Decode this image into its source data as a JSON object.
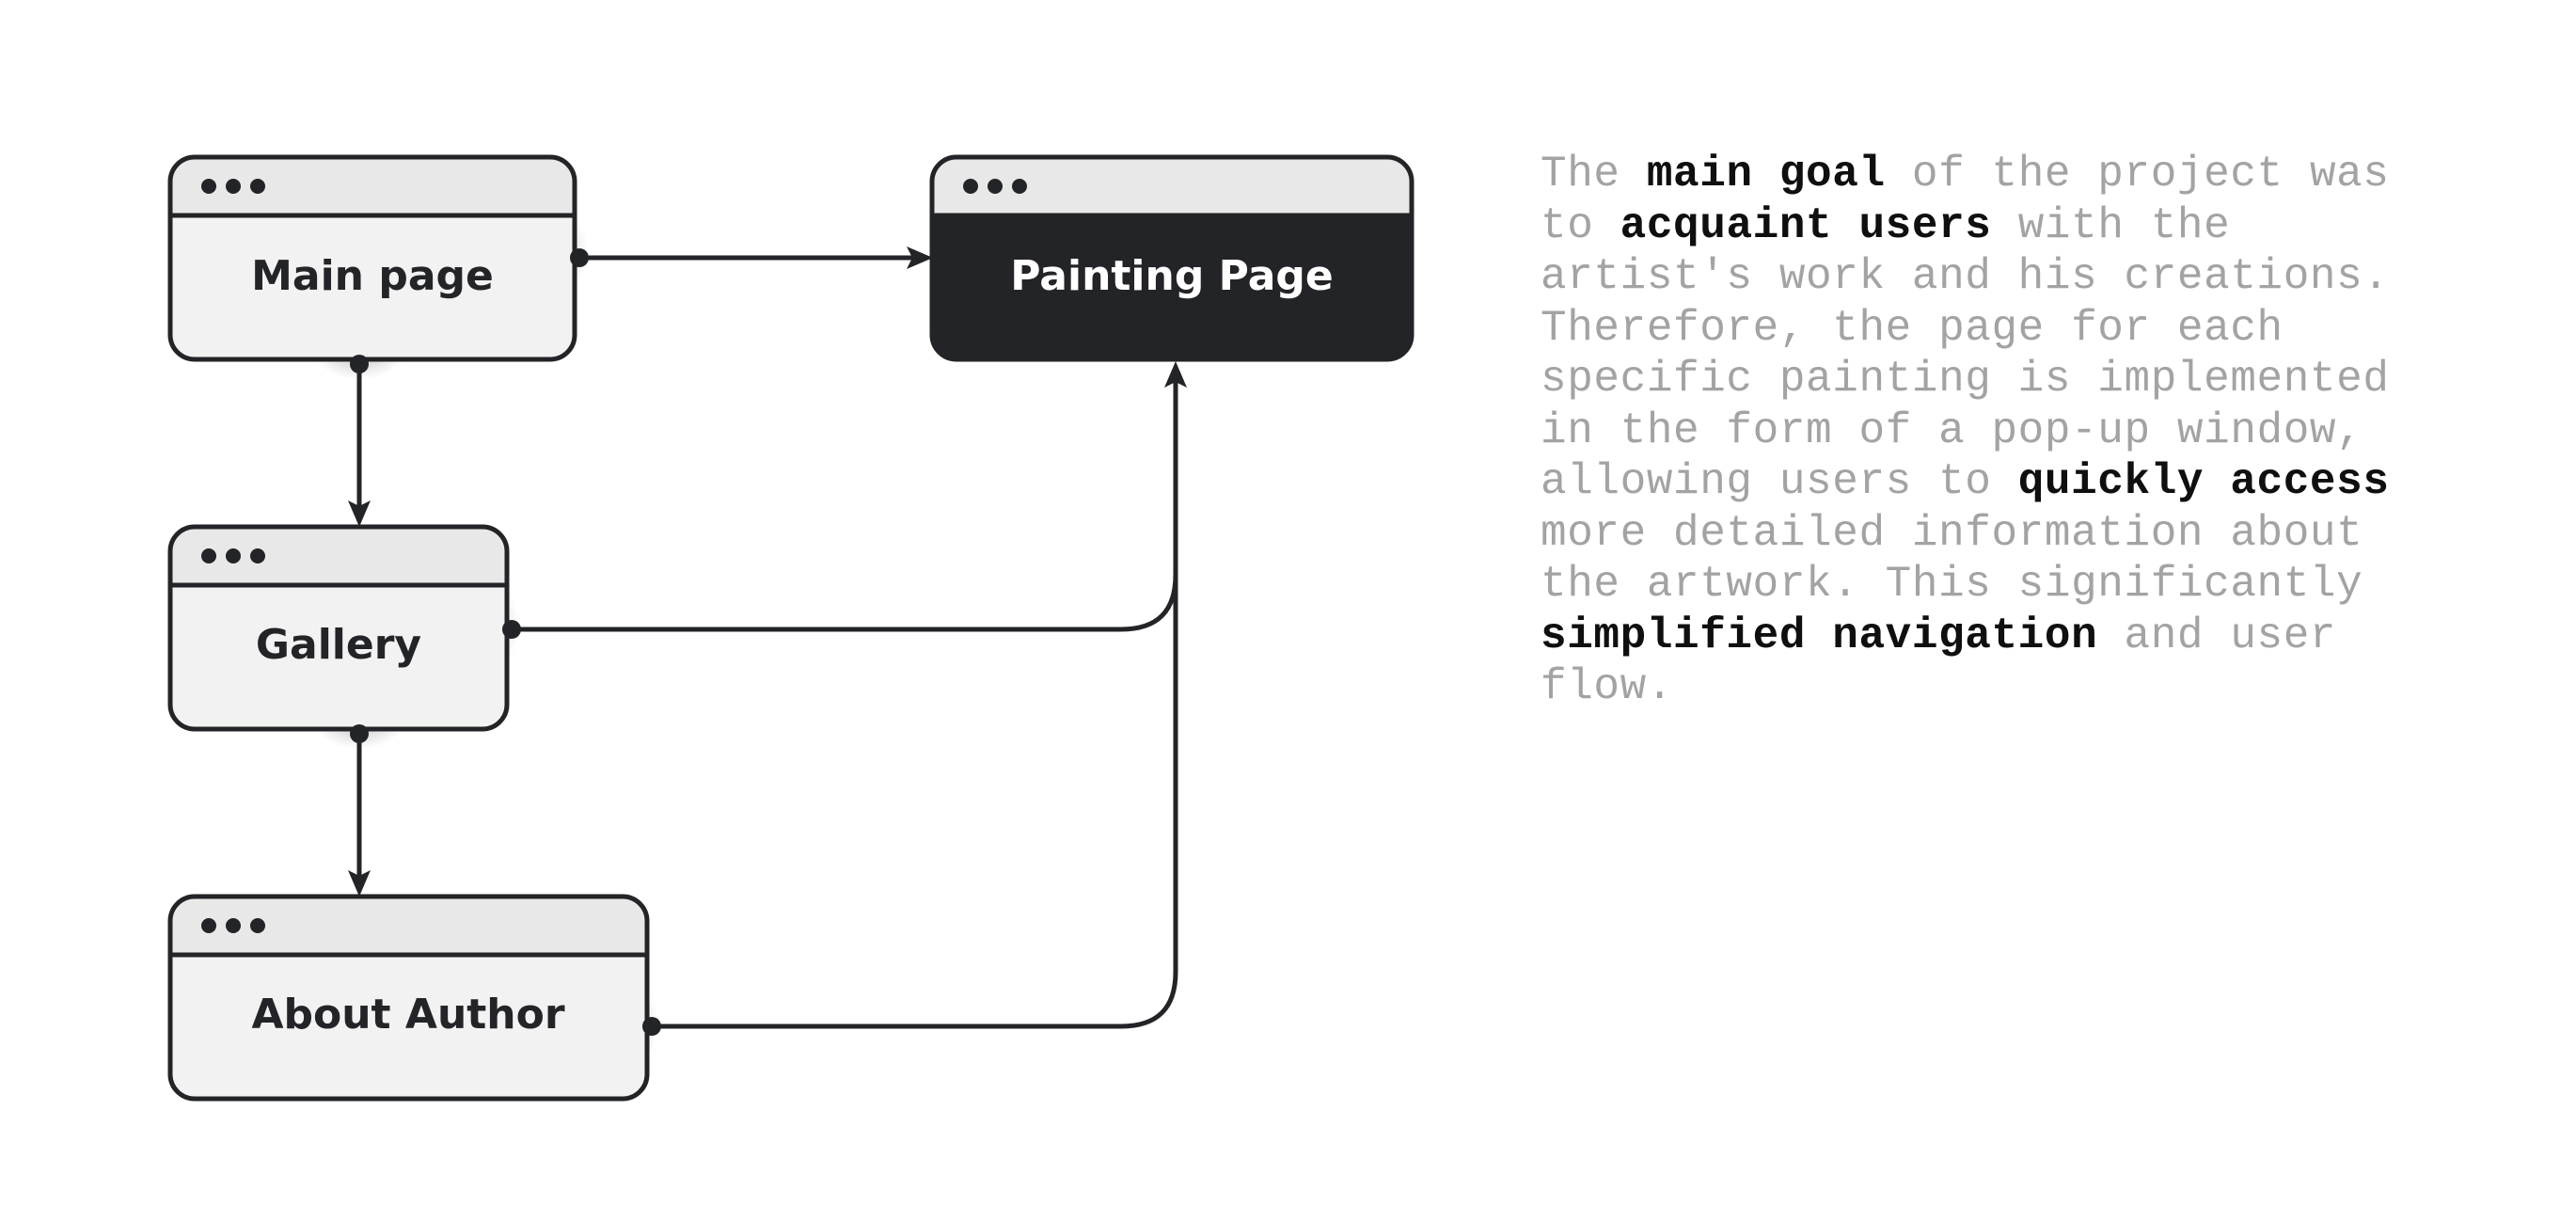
{
  "nodes": [
    {
      "id": "main",
      "title": "Main page",
      "dark": false
    },
    {
      "id": "gallery",
      "title": "Gallery",
      "dark": false
    },
    {
      "id": "about",
      "title": "About Author",
      "dark": false
    },
    {
      "id": "painting",
      "title": "Painting Page",
      "dark": true
    }
  ],
  "edges": [
    {
      "from": "main",
      "to": "painting"
    },
    {
      "from": "main",
      "to": "gallery"
    },
    {
      "from": "gallery",
      "to": "about"
    },
    {
      "from": "gallery",
      "to": "painting"
    },
    {
      "from": "about",
      "to": "painting"
    }
  ],
  "description": {
    "lines": [
      [
        {
          "t": "The "
        },
        {
          "t": "main goal",
          "hl": true
        },
        {
          "t": " of the project was"
        }
      ],
      [
        {
          "t": "to "
        },
        {
          "t": "acquaint users",
          "hl": true
        },
        {
          "t": " with the"
        }
      ],
      [
        {
          "t": "artist's work and his creations."
        }
      ],
      [
        {
          "t": "Therefore, the page for each"
        }
      ],
      [
        {
          "t": "specific painting is implemented"
        }
      ],
      [
        {
          "t": "in the form of a pop-up window,"
        }
      ],
      [
        {
          "t": "allowing users to "
        },
        {
          "t": "quickly access",
          "hl": true
        }
      ],
      [
        {
          "t": "more detailed information about"
        }
      ],
      [
        {
          "t": "the artwork. This significantly"
        }
      ],
      [
        {
          "t": "simplified navigation",
          "hl": true
        },
        {
          "t": " and user"
        }
      ],
      [
        {
          "t": "flow."
        }
      ]
    ]
  },
  "colors": {
    "stroke": "#232427",
    "window_fill": "#f2f2f2",
    "titlebar_fill": "#e8e8e8",
    "dark_fill": "#232427",
    "dark_text": "#ffffff",
    "text_dim": "#a3a3a3",
    "text_highlight": "#0f0f10"
  }
}
